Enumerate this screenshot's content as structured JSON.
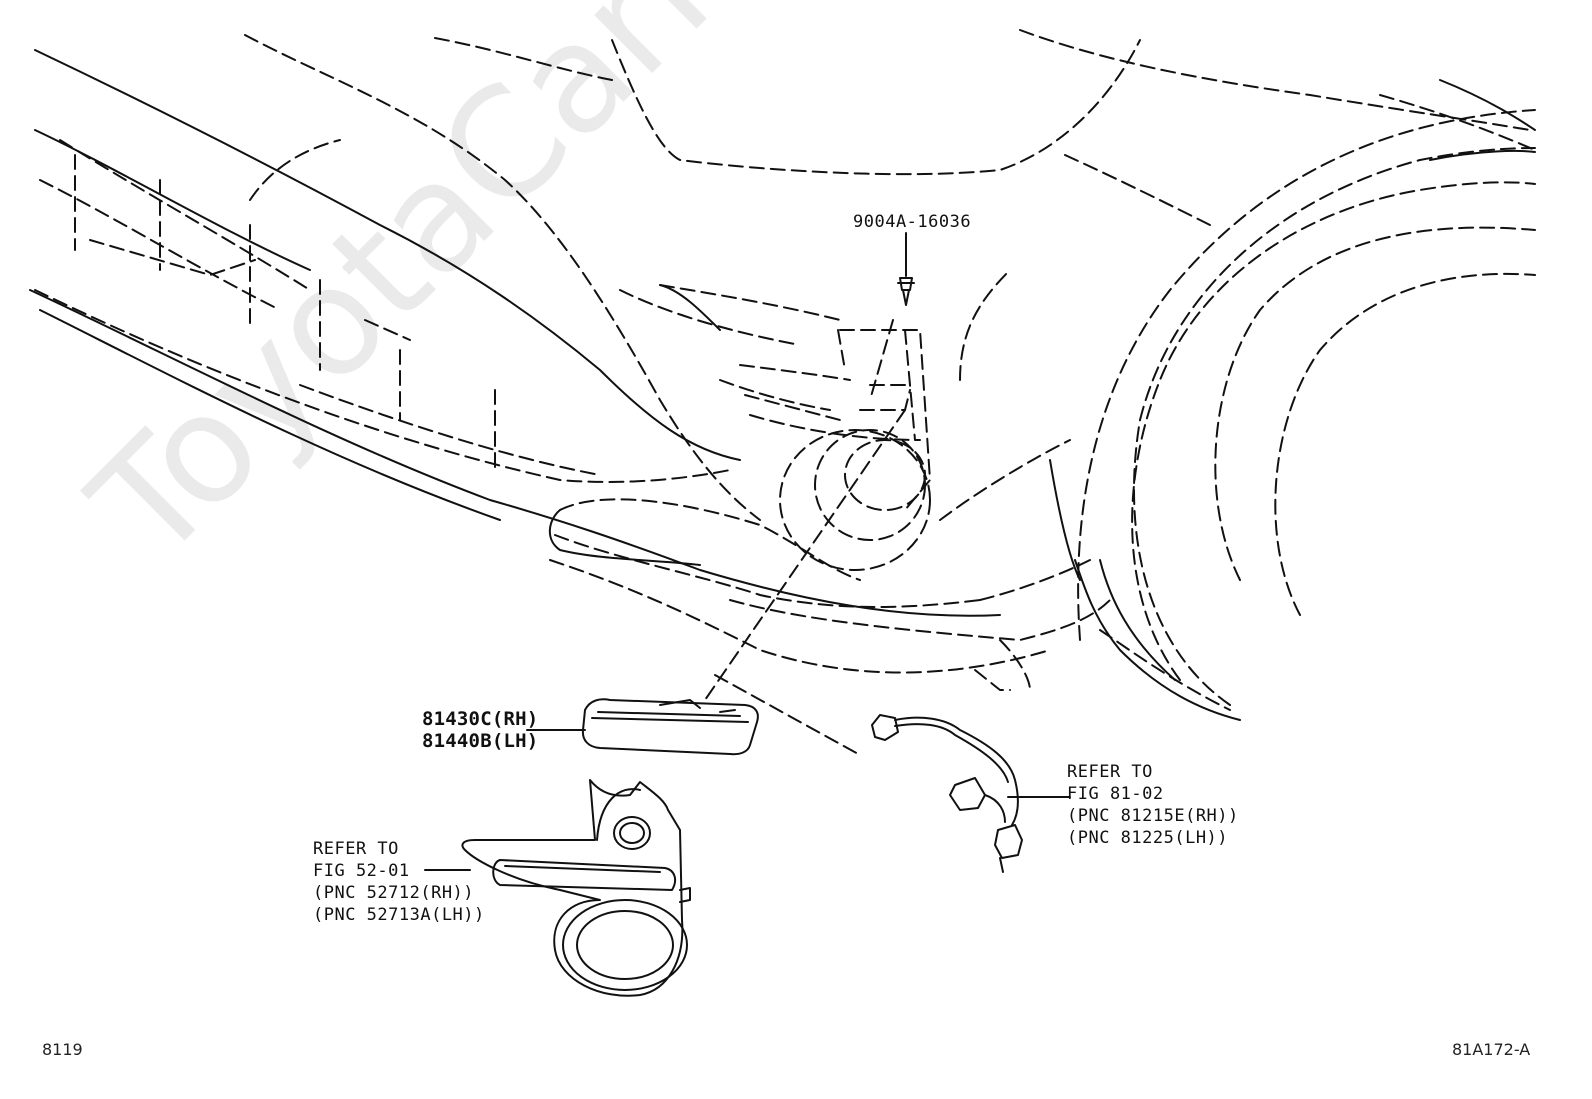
{
  "diagram": {
    "code": "81A172-A",
    "page": "8119"
  },
  "watermark": "ToyotaCarMine.ru",
  "callouts": {
    "clip": {
      "part_no": "9004A-16036"
    },
    "lamp": {
      "rh": "81430C(RH)",
      "lh": "81440B(LH)"
    },
    "cover": {
      "line1": "REFER TO",
      "line2": "FIG 52-01",
      "line3": "(PNC 52712(RH))",
      "line4": "(PNC 52713A(LH))"
    },
    "wiring": {
      "line1": "REFER TO",
      "line2": "FIG 81-02",
      "line3": "(PNC 81215E(RH))",
      "line4": "(PNC 81225(LH))"
    }
  }
}
